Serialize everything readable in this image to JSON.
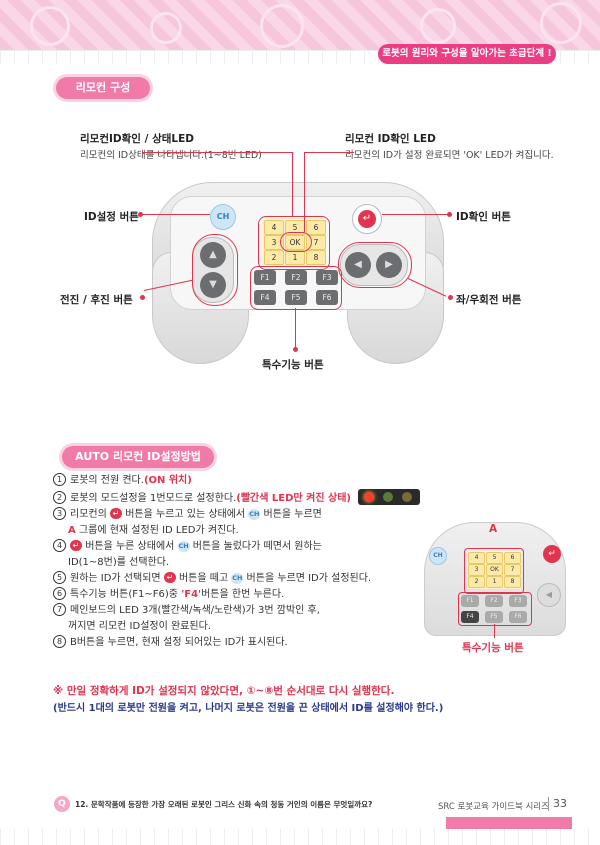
{
  "header": {
    "tagline": "로봇의 원리와 구성을 알아가는 초급단계 !"
  },
  "section1": {
    "title": "리모컨 구성",
    "id_led": {
      "label": "리모컨ID확인 / 상태LED",
      "desc": "리모컨의 ID상태를 나타냅니다.(1~8번 LED)"
    },
    "ok_led": {
      "label": "리모컨 ID확인 LED",
      "desc": "리모컨의 ID가 설정 완료되면 'OK' LED가 켜집니다."
    },
    "callouts": {
      "id_set": "ID설정 버튼",
      "id_check": "ID확인 버튼",
      "fwd_back": "전진 / 후진 버튼",
      "left_right": "좌/우회전 버튼",
      "special": "특수기능 버튼"
    },
    "controller": {
      "ch": "CH",
      "led_top": [
        "4",
        "5",
        "6"
      ],
      "led_mid": [
        "3",
        "OK",
        "7"
      ],
      "led_bot": [
        "2",
        "1",
        "8"
      ],
      "f_top": [
        "F1",
        "F2",
        "F3"
      ],
      "f_bot": [
        "F4",
        "F5",
        "F6"
      ]
    }
  },
  "section2": {
    "title": "AUTO 리모컨 ID설정방법",
    "steps": {
      "s1": {
        "num": "1",
        "text": "로봇의 전원 켠다.",
        "em": "(ON 위치)"
      },
      "s2": {
        "num": "2",
        "text": "로봇의 모드설정을 1번모드로 설정한다.",
        "em": "(빨간색 LED만 켜진 상태)"
      },
      "s3": {
        "num": "3",
        "a": "리모컨의",
        "b": "버튼을 누르고 있는 상태에서",
        "c": "버튼을 누르면"
      },
      "s3b": {
        "prefix": "A",
        "text": "그룹에 현재 설정된 ID LED가 켜진다."
      },
      "s4": {
        "num": "4",
        "a": "버튼을 누른 상태에서",
        "b": "버튼을 눌렀다가 떼면서 원하는"
      },
      "s4b": {
        "text": "ID(1~8번)를 선택한다."
      },
      "s5": {
        "num": "5",
        "a": "원하는 ID가 선택되면",
        "b": "버튼을 떼고",
        "c": "버튼을 누르면 ID가 설정된다."
      },
      "s6": {
        "num": "6",
        "a": "특수기능 버튼(F1~F6)중",
        "em": "'F4'",
        "b": "버튼을 한번 누른다."
      },
      "s7": {
        "num": "7",
        "text": "메인보드의 LED 3개(빨간색/녹색/노란색)가 3번 깜박인 후,"
      },
      "s7b": {
        "text": "꺼지면 리모컨 ID설정이 완료된다."
      },
      "s8": {
        "num": "8",
        "text": "B버튼을 누르면, 현재 설정 되어있는 ID가 표시된다."
      }
    },
    "warning": "※ 만일 정확하게 ID가 설정되지 않았다면, ①~⑧번 순서대로 다시 실행한다.",
    "note": "(반드시 1대의 로봇만 전원을 켜고, 나머지 로봇은 전원을 끈 상태에서 ID를 설정해야 한다.)",
    "mini": {
      "label_a": "A",
      "label_special": "특수기능 버튼",
      "ch": "CH",
      "led_top": [
        "4",
        "5",
        "6"
      ],
      "led_mid": [
        "3",
        "OK",
        "7"
      ],
      "led_bot": [
        "2",
        "1",
        "8"
      ],
      "f_top": [
        "F1",
        "F2",
        "F3"
      ],
      "f_bot": [
        "F4",
        "F5",
        "F6"
      ]
    }
  },
  "footer": {
    "q_badge": "Q",
    "question": "12. 문학작품에 등장한 가장 오래된 로봇인 그리스 신화 속의 청동 거인의 이름은 무엇일까요?",
    "series": "SRC 로봇교육 가이드북 시리즈",
    "page": "33"
  },
  "colors": {
    "accent": "#e0344f",
    "pink": "#ea3d84",
    "note": "#2b3a8f"
  }
}
